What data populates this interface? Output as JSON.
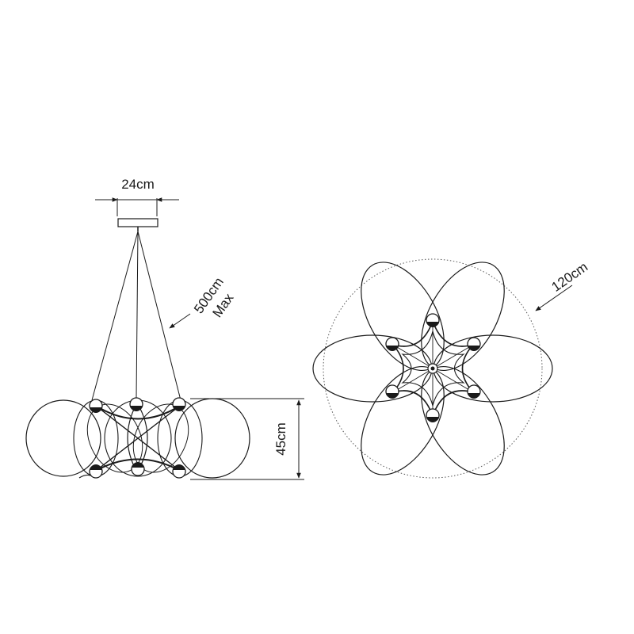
{
  "dimensions": {
    "canopy_width": "24cm",
    "cable_length_value": "500cm",
    "cable_length_note": "Max",
    "height": "45cm",
    "diameter": "120cm"
  },
  "colors": {
    "line": "#1a1a1a",
    "background": "#ffffff",
    "dotted_circle": "#555555"
  }
}
